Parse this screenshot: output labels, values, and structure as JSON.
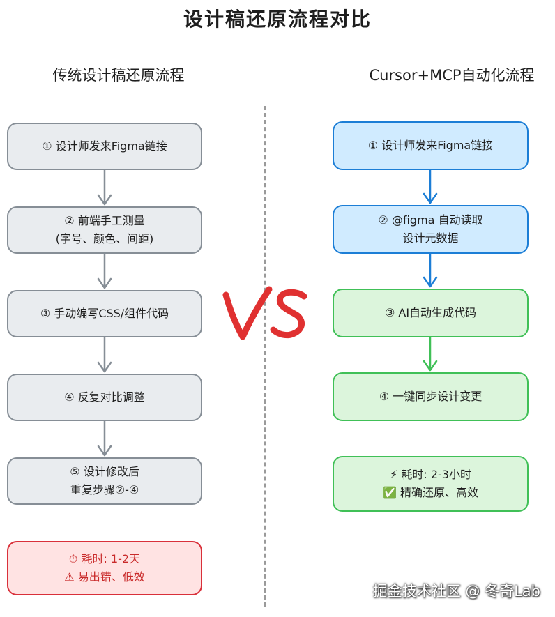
{
  "title": "设计稿还原流程对比",
  "left": {
    "heading": "传统设计稿还原流程",
    "steps": [
      {
        "lines": [
          "① 设计师发来Figma链接"
        ]
      },
      {
        "lines": [
          "② 前端手工测量",
          "(字号、颜色、间距)"
        ]
      },
      {
        "lines": [
          "③ 手动编写CSS/组件代码"
        ]
      },
      {
        "lines": [
          "④ 反复对比调整"
        ]
      },
      {
        "lines": [
          "⑤ 设计修改后",
          "重复步骤②-④"
        ]
      }
    ],
    "result": {
      "lines": [
        "⏱ 耗时: 1-2天",
        "⚠ 易出错、低效"
      ]
    }
  },
  "right": {
    "heading": "Cursor+MCP自动化流程",
    "steps": [
      {
        "lines": [
          "① 设计师发来Figma链接"
        ]
      },
      {
        "lines": [
          "② @figma 自动读取",
          "设计元数据"
        ]
      },
      {
        "lines": [
          "③ AI自动生成代码"
        ]
      },
      {
        "lines": [
          "④ 一键同步设计变更"
        ]
      }
    ],
    "result": {
      "lines": [
        "⚡ 耗时: 2-3小时",
        "✅ 精确还原、高效"
      ]
    }
  },
  "vs_label": "VS",
  "watermark": "掘金技术社区 @ 冬奇Lab",
  "colors": {
    "gray_fill": "#e9ecef",
    "gray_stroke": "#868e96",
    "red_fill": "#ffe3e3",
    "red_stroke": "#d9303a",
    "blue_fill": "#d0ebff",
    "blue_stroke": "#1c7ed6",
    "green_fill": "#dcf5dc",
    "green_stroke": "#40c057",
    "vs": "#e03131"
  }
}
